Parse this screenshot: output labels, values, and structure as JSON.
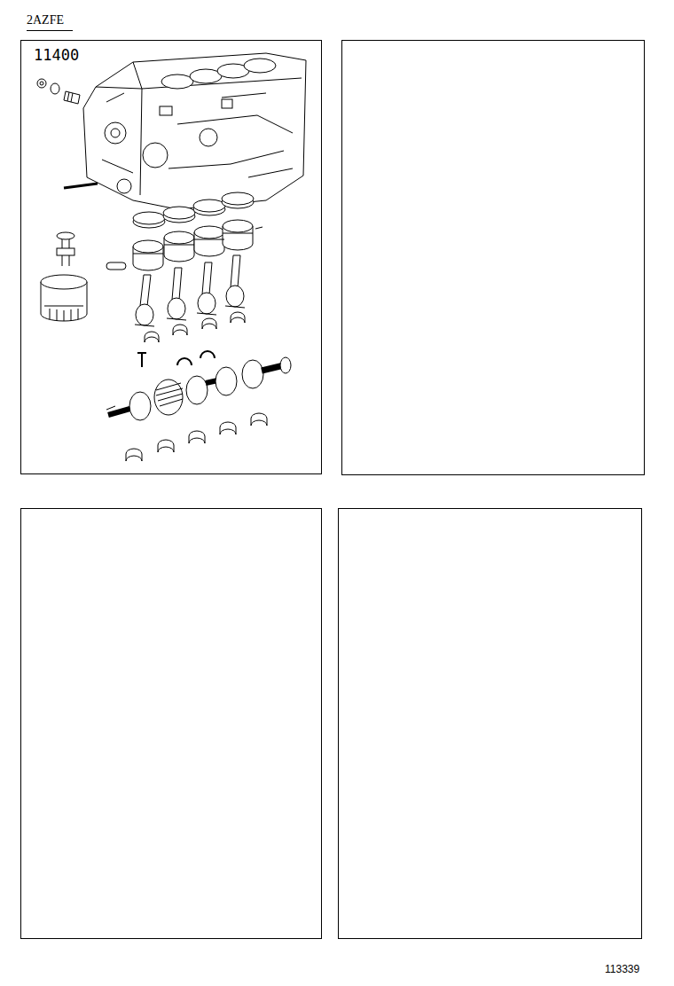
{
  "diagram": {
    "nodes": [
      {
        "text": [
          "11400"
        ]
      }
    ],
    "labels": [
      "2AZFE",
      "113339"
    ]
  }
}
